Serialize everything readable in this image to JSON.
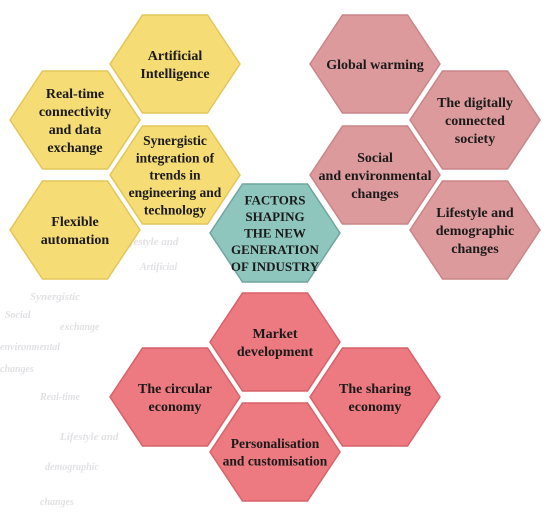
{
  "colors": {
    "center": "#8ec6be",
    "yellow": "#f5dc74",
    "rose": "#dd9a9c",
    "red": "#ec7a80",
    "text": "#1a1a1a"
  },
  "center": {
    "lines": [
      "FACTORS",
      "SHAPING",
      "THE NEW",
      "GENERATION",
      "OF INDUSTRY"
    ]
  },
  "technology_cluster": [
    {
      "id": "ai",
      "lines": [
        "Artificial",
        "Intelligence"
      ]
    },
    {
      "id": "rtc",
      "lines": [
        "Real-time",
        "connectivity",
        "and data",
        "exchange"
      ]
    },
    {
      "id": "syn",
      "lines": [
        "Synergistic",
        "integration of",
        "trends in",
        "engineering and",
        "technology"
      ]
    },
    {
      "id": "flex",
      "lines": [
        "Flexible",
        "automation"
      ]
    }
  ],
  "society_cluster": [
    {
      "id": "gw",
      "lines": [
        "Global warming"
      ]
    },
    {
      "id": "digi",
      "lines": [
        "The digitally",
        "connected",
        "society"
      ]
    },
    {
      "id": "soc",
      "lines": [
        "Social",
        "and environmental",
        "changes"
      ]
    },
    {
      "id": "life",
      "lines": [
        "Lifestyle and",
        "demographic",
        "changes"
      ]
    }
  ],
  "market_cluster": [
    {
      "id": "mkt",
      "lines": [
        "Market",
        "development"
      ]
    },
    {
      "id": "circ",
      "lines": [
        "The circular",
        "economy"
      ]
    },
    {
      "id": "share",
      "lines": [
        "The sharing",
        "economy"
      ]
    },
    {
      "id": "pers",
      "lines": [
        "Personalisation",
        "and customisation"
      ]
    }
  ]
}
